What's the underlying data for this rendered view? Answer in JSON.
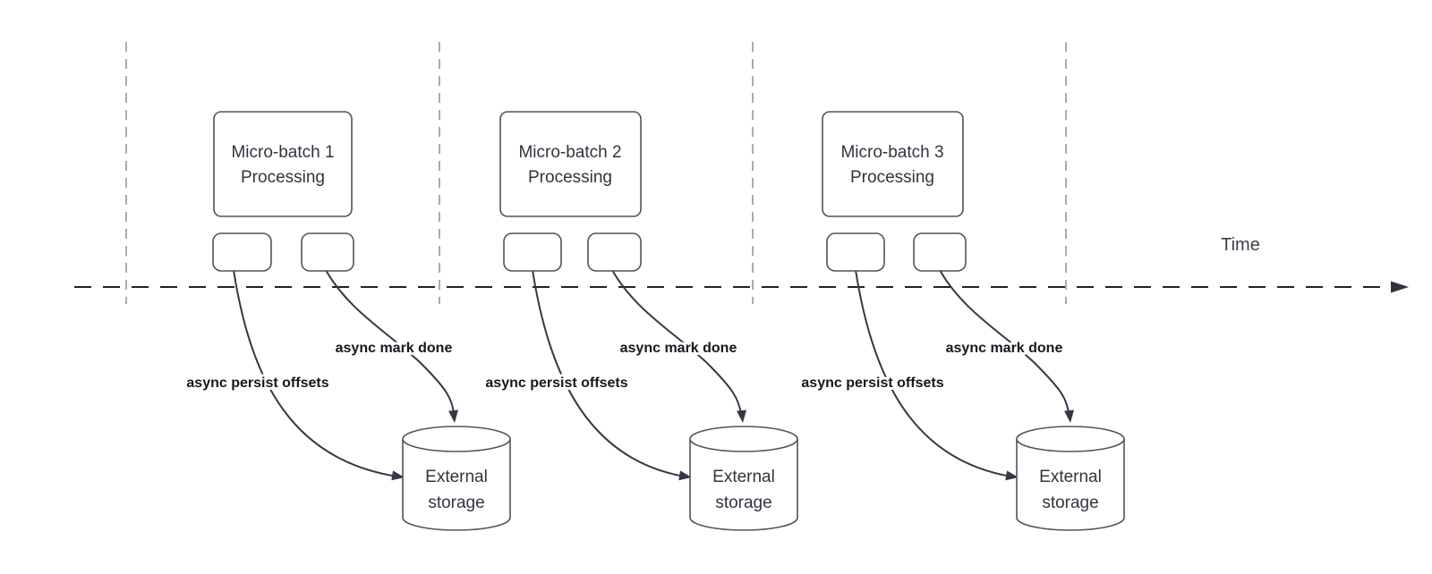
{
  "diagram": {
    "time_axis_label": "Time",
    "colors": {
      "background": "#ffffff",
      "gridline": "#ababab",
      "axis": "#222222",
      "shape_border": "#50535a",
      "curve": "#333945",
      "label_text": "#15181f",
      "box_text": "#30353e"
    },
    "groups": [
      {
        "processing_lines": [
          "Micro-batch 1",
          "Processing"
        ],
        "persist_label": "async persist offsets",
        "mark_done_label": "async mark done",
        "storage_lines": [
          "External",
          "storage"
        ]
      },
      {
        "processing_lines": [
          "Micro-batch 2",
          "Processing"
        ],
        "persist_label": "async persist offsets",
        "mark_done_label": "async mark done",
        "storage_lines": [
          "External",
          "storage"
        ]
      },
      {
        "processing_lines": [
          "Micro-batch 3",
          "Processing"
        ],
        "persist_label": "async persist offsets",
        "mark_done_label": "async mark done",
        "storage_lines": [
          "External",
          "storage"
        ]
      }
    ]
  }
}
